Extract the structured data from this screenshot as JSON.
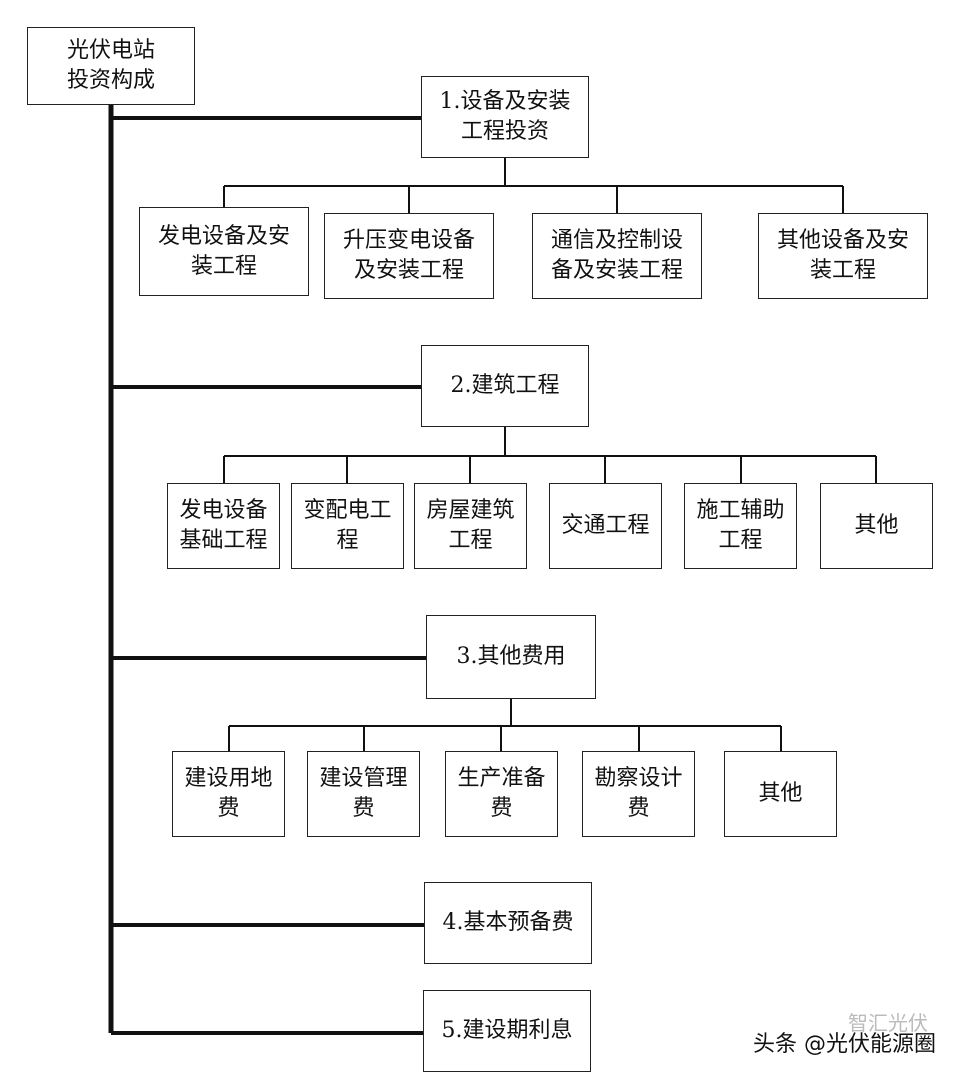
{
  "root": "光伏电站\n投资构成",
  "sections": [
    {
      "title": "1.设备及安装\n工程投资",
      "children": [
        "发电设备及安\n装工程",
        "升压变电设备\n及安装工程",
        "通信及控制设\n备及安装工程",
        "其他设备及安\n装工程"
      ]
    },
    {
      "title": "2.建筑工程",
      "children": [
        "发电设备\n基础工程",
        "变配电工\n程",
        "房屋建筑\n工程",
        "交通工程",
        "施工辅助\n工程",
        "其他"
      ]
    },
    {
      "title": "3.其他费用",
      "children": [
        "建设用地\n费",
        "建设管理\n费",
        "生产准备\n费",
        "勘察设计\n费",
        "其他"
      ]
    },
    {
      "title": "4.基本预备费",
      "children": []
    },
    {
      "title": "5.建设期利息",
      "children": []
    }
  ],
  "watermark": {
    "text": "头条 @光伏能源圈",
    "faded": "智汇光伏"
  }
}
